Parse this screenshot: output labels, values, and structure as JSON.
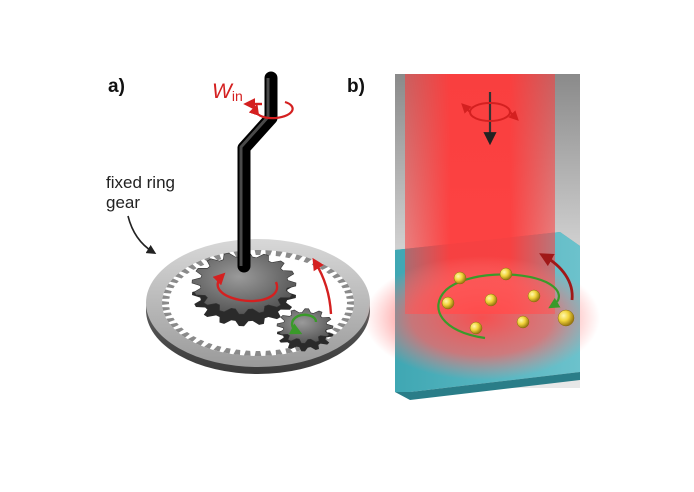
{
  "panels": {
    "a": {
      "label": "a)",
      "ring_annotation_line1": "fixed ring",
      "ring_annotation_line2": "gear",
      "work_symbol": "W",
      "work_subscript": "in"
    },
    "b": {
      "label": "b)"
    }
  },
  "colors": {
    "torque_arrow": "#d42020",
    "orbit_arrow": "#3a9a2a",
    "beam": "#ff3b3b",
    "substrate": "#4bb3bf",
    "particle": "#f2d43a"
  },
  "particle_count": 8
}
